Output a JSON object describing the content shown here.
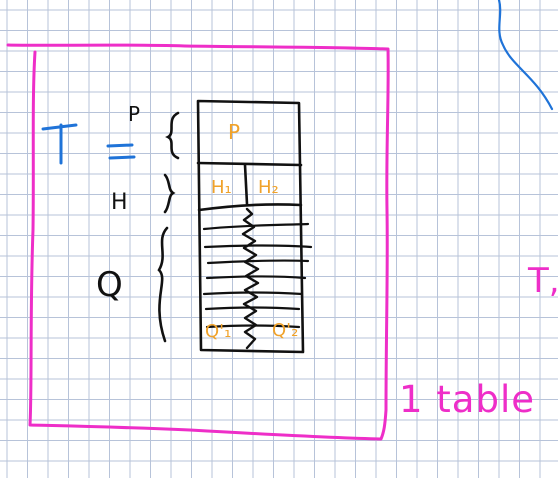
{
  "colors": {
    "background": "#ffffff",
    "grid": "#b7c3d9",
    "frame": "#ee2ec8",
    "blue_ink": "#1f73d8",
    "black_ink": "#111111",
    "orange_ink": "#f0a22a"
  },
  "labels": {
    "t": "T",
    "equals": "=",
    "p_small": "P",
    "h_small": "H",
    "q_big": "Q",
    "p_cell": "P",
    "h1_cell": "H₁",
    "h2_cell": "H₂",
    "q1_cell": "Q'₁",
    "q2_cell": "Q'₂",
    "right_t": "T,",
    "count": "1 table"
  }
}
